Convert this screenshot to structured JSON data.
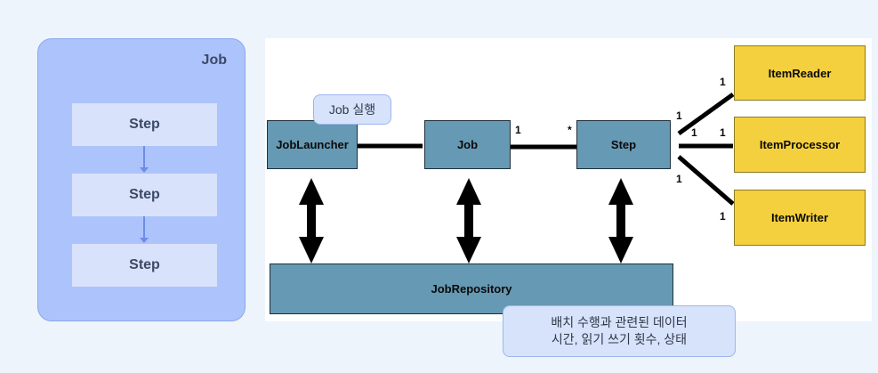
{
  "job_panel": {
    "title": "Job",
    "steps": [
      "Step",
      "Step",
      "Step"
    ]
  },
  "diagram": {
    "job_launcher": "JobLauncher",
    "job": "Job",
    "step": "Step",
    "job_repository": "JobRepository",
    "item_reader": "ItemReader",
    "item_processor": "ItemProcessor",
    "item_writer": "ItemWriter",
    "multiplicity": {
      "job_side": "1",
      "step_side": "*",
      "reader_near_step": "1",
      "reader_near_item": "1",
      "processor_near_step": "1",
      "processor_near_item": "1",
      "writer_near_step": "1",
      "writer_near_item": "1"
    }
  },
  "callouts": {
    "job_execute": "Job 실행",
    "repository_line1": "배치 수행과 관련된 데이터",
    "repository_line2": "시간, 읽기 쓰기 횟수, 상태"
  },
  "colors": {
    "background": "#eef4fc",
    "panel": "#adc3fb",
    "step_box": "#d9e2fb",
    "node": "#6699b3",
    "item_node": "#f5d03e",
    "callout": "#d7e3fb"
  }
}
